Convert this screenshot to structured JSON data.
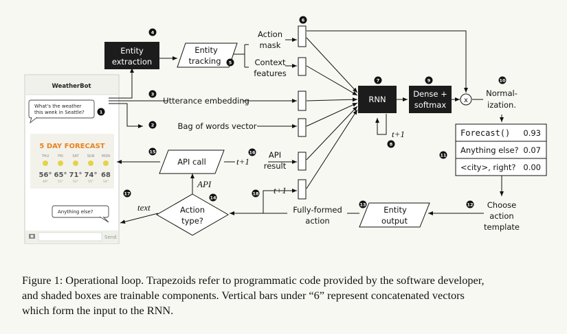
{
  "phone": {
    "title": "WeatherBot",
    "user_message": [
      "What's the weather",
      "this week in Seattle?"
    ],
    "forecast_title": "5 DAY FORECAST",
    "days": [
      {
        "day": "THU",
        "high": "56°",
        "low": "49°"
      },
      {
        "day": "FRI",
        "high": "65°",
        "low": "51°"
      },
      {
        "day": "SAT",
        "high": "71°",
        "low": "53°"
      },
      {
        "day": "SUN",
        "high": "74°",
        "low": "55°"
      },
      {
        "day": "MON",
        "high": "68",
        "low": "54°"
      }
    ],
    "bot_message": "Anything else?",
    "send_label": "Send"
  },
  "nodes": {
    "entity_extraction": [
      "Entity",
      "extraction"
    ],
    "entity_tracking": [
      "Entity",
      "tracking"
    ],
    "action_mask": [
      "Action",
      "mask"
    ],
    "context_features": [
      "Context",
      "features"
    ],
    "utterance_embedding": "Utterance embedding",
    "bag_of_words": "Bag of words vector",
    "rnn": "RNN",
    "dense_softmax": [
      "Dense +",
      "softmax"
    ],
    "normalization": [
      "Normal-",
      "ization."
    ],
    "api_call": "API call",
    "api_result": [
      "API",
      "result"
    ],
    "fully_formed_action": [
      "Fully-formed",
      "action"
    ],
    "entity_output": [
      "Entity",
      "output"
    ],
    "choose_action_template": [
      "Choose",
      "action",
      "template"
    ],
    "action_type": [
      "Action",
      "type?"
    ],
    "multiply_symbol": "x"
  },
  "edge_labels": {
    "t1_rnn": "t+1",
    "t1_api": "t+1",
    "t1_action": "t+1",
    "api": "API",
    "text": "text"
  },
  "templates_table": [
    {
      "template": "Forecast()",
      "prob": "0.93"
    },
    {
      "template": "Anything else?",
      "prob": "0.07"
    },
    {
      "template": "<city>, right?",
      "prob": "0.00"
    }
  ],
  "badges": [
    "1",
    "2",
    "3",
    "4",
    "5",
    "6",
    "7",
    "8",
    "9",
    "10",
    "11",
    "12",
    "13",
    "14",
    "15",
    "16",
    "17",
    "18"
  ],
  "caption": [
    "Figure 1: Operational loop. Trapezoids refer to programmatic code provided by the software developer,",
    "and shaded boxes are trainable components.  Vertical bars under “6” represent concatenated vectors",
    "which form the input to the RNN."
  ]
}
